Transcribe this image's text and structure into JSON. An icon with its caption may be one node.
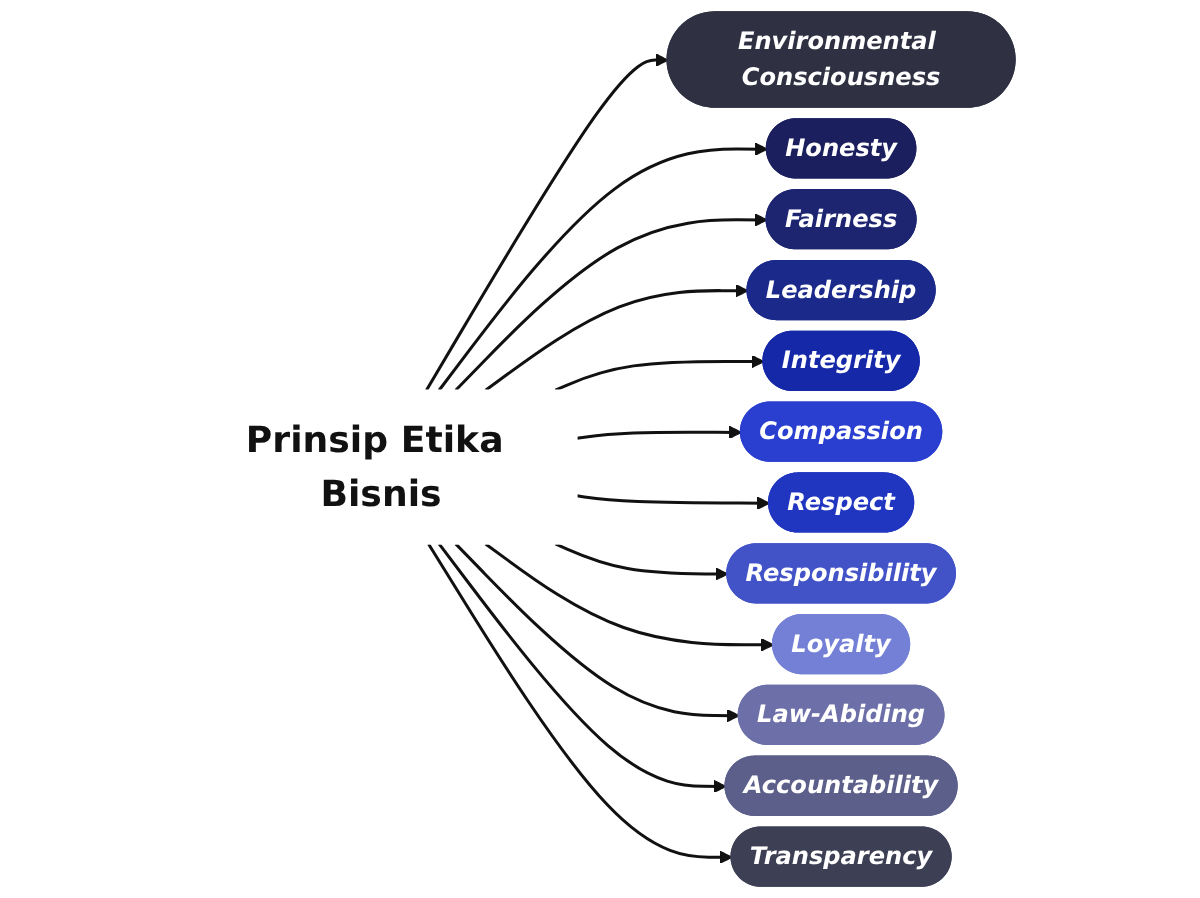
{
  "diagram": {
    "nodes": [
      {
        "text": [
          "Prinsip Etika Bisnis"
        ]
      },
      {
        "text": [
          "Environmental Consciousness"
        ]
      },
      {
        "text": [
          "Honesty"
        ]
      },
      {
        "text": [
          "Fairness"
        ]
      },
      {
        "text": [
          "Leadership"
        ]
      },
      {
        "text": [
          "Integrity"
        ]
      },
      {
        "text": [
          "Compassion"
        ]
      },
      {
        "text": [
          "Respect"
        ]
      },
      {
        "text": [
          "Responsibility"
        ]
      },
      {
        "text": [
          "Loyalty"
        ]
      },
      {
        "text": [
          "Law-Abiding"
        ]
      },
      {
        "text": [
          "Accountability"
        ]
      },
      {
        "text": [
          "Transparency"
        ]
      }
    ],
    "edges": [
      {
        "from": 0,
        "to": 1,
        "arrow": "to"
      },
      {
        "from": 0,
        "to": 2,
        "arrow": "to"
      },
      {
        "from": 0,
        "to": 3,
        "arrow": "to"
      },
      {
        "from": 0,
        "to": 4,
        "arrow": "to"
      },
      {
        "from": 0,
        "to": 5,
        "arrow": "to"
      },
      {
        "from": 0,
        "to": 6,
        "arrow": "to"
      },
      {
        "from": 0,
        "to": 7,
        "arrow": "to"
      },
      {
        "from": 0,
        "to": 8,
        "arrow": "to"
      },
      {
        "from": 0,
        "to": 9,
        "arrow": "to"
      },
      {
        "from": 0,
        "to": 10,
        "arrow": "to"
      },
      {
        "from": 0,
        "to": 11,
        "arrow": "to"
      },
      {
        "from": 0,
        "to": 12,
        "arrow": "to"
      }
    ]
  }
}
